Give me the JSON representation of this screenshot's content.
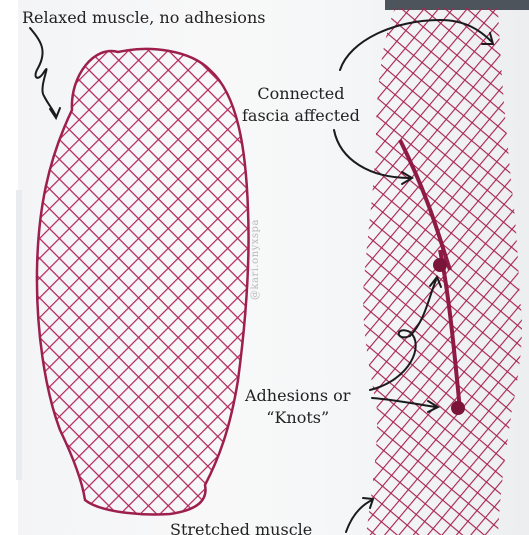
{
  "labels": {
    "relaxed": "Relaxed muscle, no adhesions",
    "fascia_line1": "Connected",
    "fascia_line2": "fascia affected",
    "adhesions_line1": "Adhesions or",
    "adhesions_line2": "“Knots”",
    "stretched": "Stretched muscle"
  },
  "watermark": "@kari.onyxspa",
  "colors": {
    "mesh": "#b1265a",
    "mesh_dark": "#8f1a45",
    "arrow": "#1b1b1b",
    "background": "#f4f5f6"
  }
}
